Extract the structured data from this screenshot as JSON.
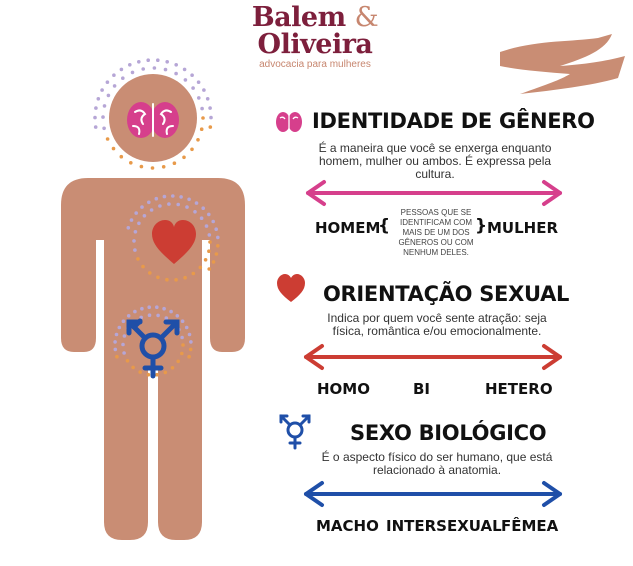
{
  "brand": {
    "line1": "Balem",
    "amp": "&",
    "line2": "Oliveira",
    "tagline": "advocacia para mulheres"
  },
  "sections": {
    "identity": {
      "title": "IDENTIDADE DE GÊNERO",
      "description": "É a maneira que você se enxerga enquanto homem, mulher ou ambos. É expressa pela cultura.",
      "left": "HOMEM",
      "right": "MULHER",
      "note": "PESSOAS QUE SE IDENTIFICAM COM MAIS DE UM DOS GÊNEROS OU COM NENHUM DELES.",
      "color": "#d63f8c",
      "icon": "brain-icon"
    },
    "orientation": {
      "title": "ORIENTAÇÃO SEXUAL",
      "description": "Indica por quem você sente atração: seja física, romântica e/ou emocionalmente.",
      "labels": [
        "HOMO",
        "BI",
        "HETERO"
      ],
      "color": "#cc3d33",
      "icon": "heart-icon"
    },
    "biological": {
      "title": "SEXO BIOLÓGICO",
      "description": "É o aspecto físico do ser humano, que está relacionado à anatomia.",
      "labels": [
        "MACHO",
        "INTERSEXUAL",
        "FÊMEA"
      ],
      "color": "#1f4fa8",
      "icon": "transgender-symbol-icon"
    }
  },
  "colors": {
    "body": "#c98d74",
    "brand": "#7d1f3c",
    "accent": "#c7866f",
    "dots_orange": "#e89a4a",
    "dots_lilac": "#b6a6d6"
  }
}
